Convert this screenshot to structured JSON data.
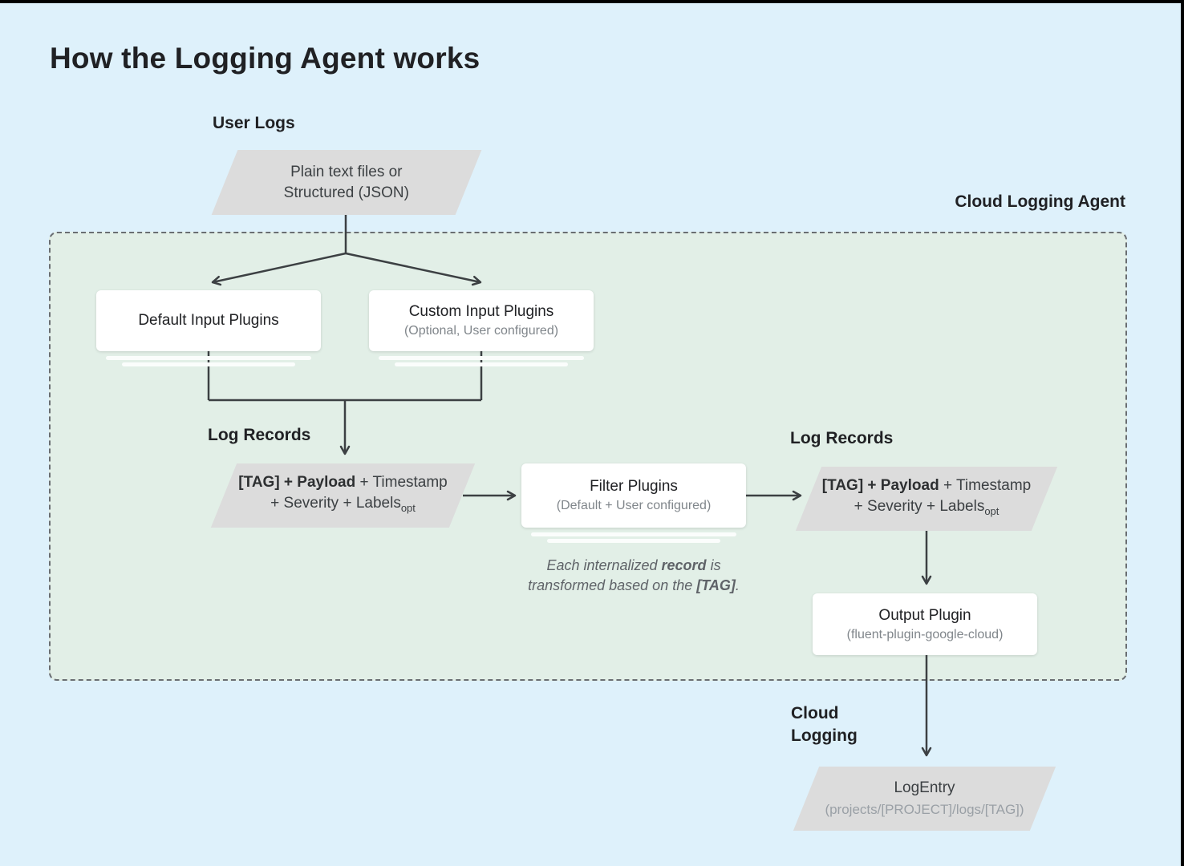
{
  "title": "How the Logging Agent works",
  "labels": {
    "user_logs": "User Logs",
    "cloud_logging_agent": "Cloud Logging Agent",
    "log_records": "Log Records",
    "cloud_logging_line1": "Cloud",
    "cloud_logging_line2": "Logging"
  },
  "nodes": {
    "user_input": {
      "line1": "Plain text files or",
      "line2": "Structured (JSON)"
    },
    "default_input_plugins": {
      "title": "Default Input Plugins"
    },
    "custom_input_plugins": {
      "title": "Custom Input Plugins",
      "subtitle": "(Optional, User configured)"
    },
    "log_record": {
      "tag_payload": "[TAG] + Payload",
      "timestamp": " + Timestamp",
      "line2": "+ Severity + Labels",
      "subscript": "opt"
    },
    "filter_plugins": {
      "title": "Filter Plugins",
      "subtitle": "(Default + User configured)"
    },
    "output_plugin": {
      "title": "Output Plugin",
      "subtitle": "(fluent-plugin-google-cloud)"
    },
    "log_entry": {
      "title": "LogEntry",
      "subtitle": "(projects/[PROJECT]/logs/[TAG])"
    }
  },
  "note": {
    "line1_pre": "Each internalized ",
    "line1_bold": "record",
    "line1_post": " is",
    "line2_pre": "transformed based on the ",
    "line2_bold": "[TAG]",
    "line2_post": "."
  },
  "colors": {
    "background": "#def1fb",
    "agent_panel": "#e2efe7",
    "shape_fill": "#dcdcdc",
    "connector": "#3c4043",
    "text_primary": "#202124",
    "text_secondary": "#80868b",
    "note_text": "#5f6368"
  }
}
